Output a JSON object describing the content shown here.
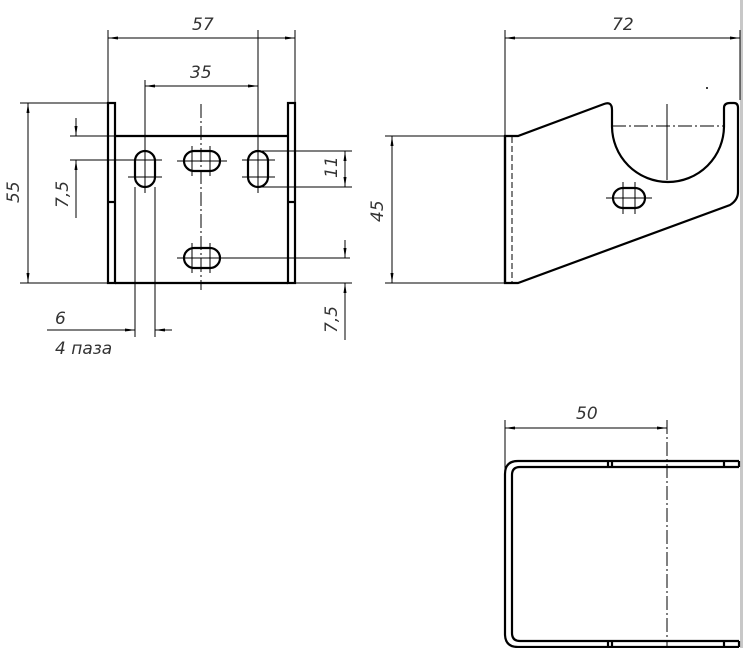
{
  "front_view": {
    "dim_width": "57",
    "dim_slot_spacing": "35",
    "dim_height": "55",
    "dim_slot_top_offset": "7,5",
    "dim_slot_length": "11",
    "dim_slot_bottom_offset": "7,5",
    "dim_slot_width": "6",
    "slot_note": "4 паза"
  },
  "side_view": {
    "dim_length": "72",
    "dim_height": "45"
  },
  "top_view": {
    "dim_width": "50"
  }
}
